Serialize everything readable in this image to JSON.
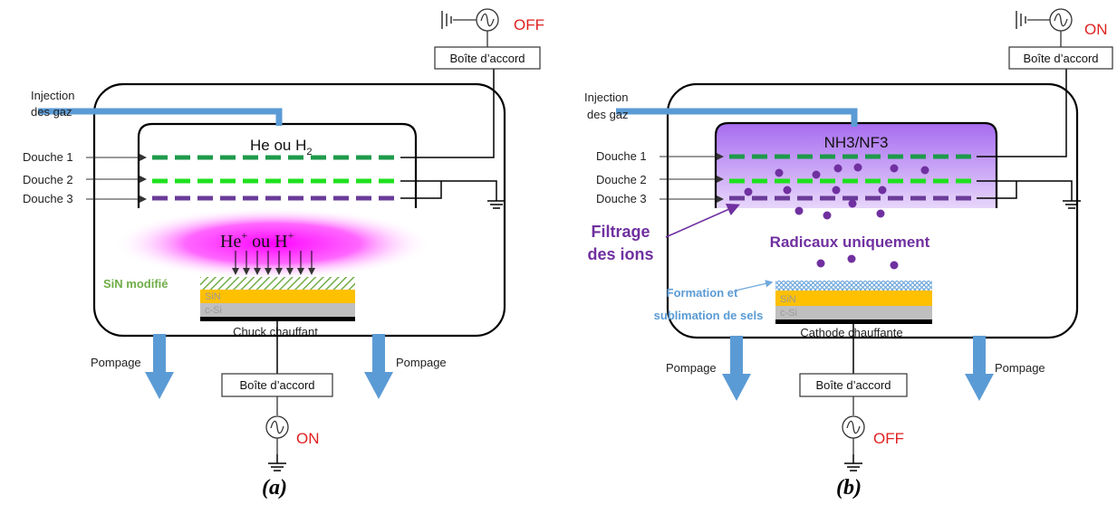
{
  "colors": {
    "douche1": "#1e9a4b",
    "douche2": "#1ee01e",
    "douche3": "#6a3b98",
    "plasma_pink": "#ff00ff",
    "plasma_violet": "#b98df0",
    "injection_pipe": "#5b9bd5",
    "pump_arrow": "#5b9bd5",
    "sin_layer": "#ffc000",
    "csi_layer": "#bfbfbf",
    "modified_sin": "#70ad47",
    "salt_layer": "#6fa8dc",
    "state_red": "#e02020",
    "radical": "#7030a0",
    "formation_text": "#5b9bd5"
  },
  "icons": [
    "ac-source-icon",
    "ground-icon",
    "down-arrow-icon"
  ],
  "panel_a": {
    "caption": "(a)",
    "rf_top": {
      "state": "OFF",
      "box_label": "Boîte d’accord"
    },
    "rf_bottom": {
      "state": "ON",
      "box_label": "Boîte d’accord"
    },
    "injection_label": [
      "Injection",
      "des gaz"
    ],
    "shower_labels": [
      "Douche 1",
      "Douche 2",
      "Douche 3"
    ],
    "gas_label": "He ou H",
    "gas_subscript": "2",
    "ion_label": {
      "he": "He",
      "plus1": "+",
      "ou": " ou H",
      "plus2": "+"
    },
    "modified_layer_label": "SiN modifié",
    "layer_sin": "SiN",
    "layer_csi": "c-Si",
    "chuck_label": "Chuck chauffant",
    "pumping_left": "Pompage",
    "pumping_right": "Pompage"
  },
  "panel_b": {
    "caption": "(b)",
    "rf_top": {
      "state": "ON",
      "box_label": "Boîte d’accord"
    },
    "rf_bottom": {
      "state": "OFF",
      "box_label": "Boîte d’accord"
    },
    "injection_label": [
      "Injection",
      "des gaz"
    ],
    "shower_labels": [
      "Douche 1",
      "Douche 2",
      "Douche 3"
    ],
    "gas_label": "NH3/NF3",
    "filtering_label": [
      "Filtrage",
      "des ions"
    ],
    "radicals_label": "Radicaux uniquement",
    "formation_label": [
      "Formation et",
      "sublimation de sels"
    ],
    "layer_sin": "SiN",
    "layer_csi": "c-Si",
    "cathode_label": "Cathode chauffante",
    "pumping_left": "Pompage",
    "pumping_right": "Pompage"
  }
}
